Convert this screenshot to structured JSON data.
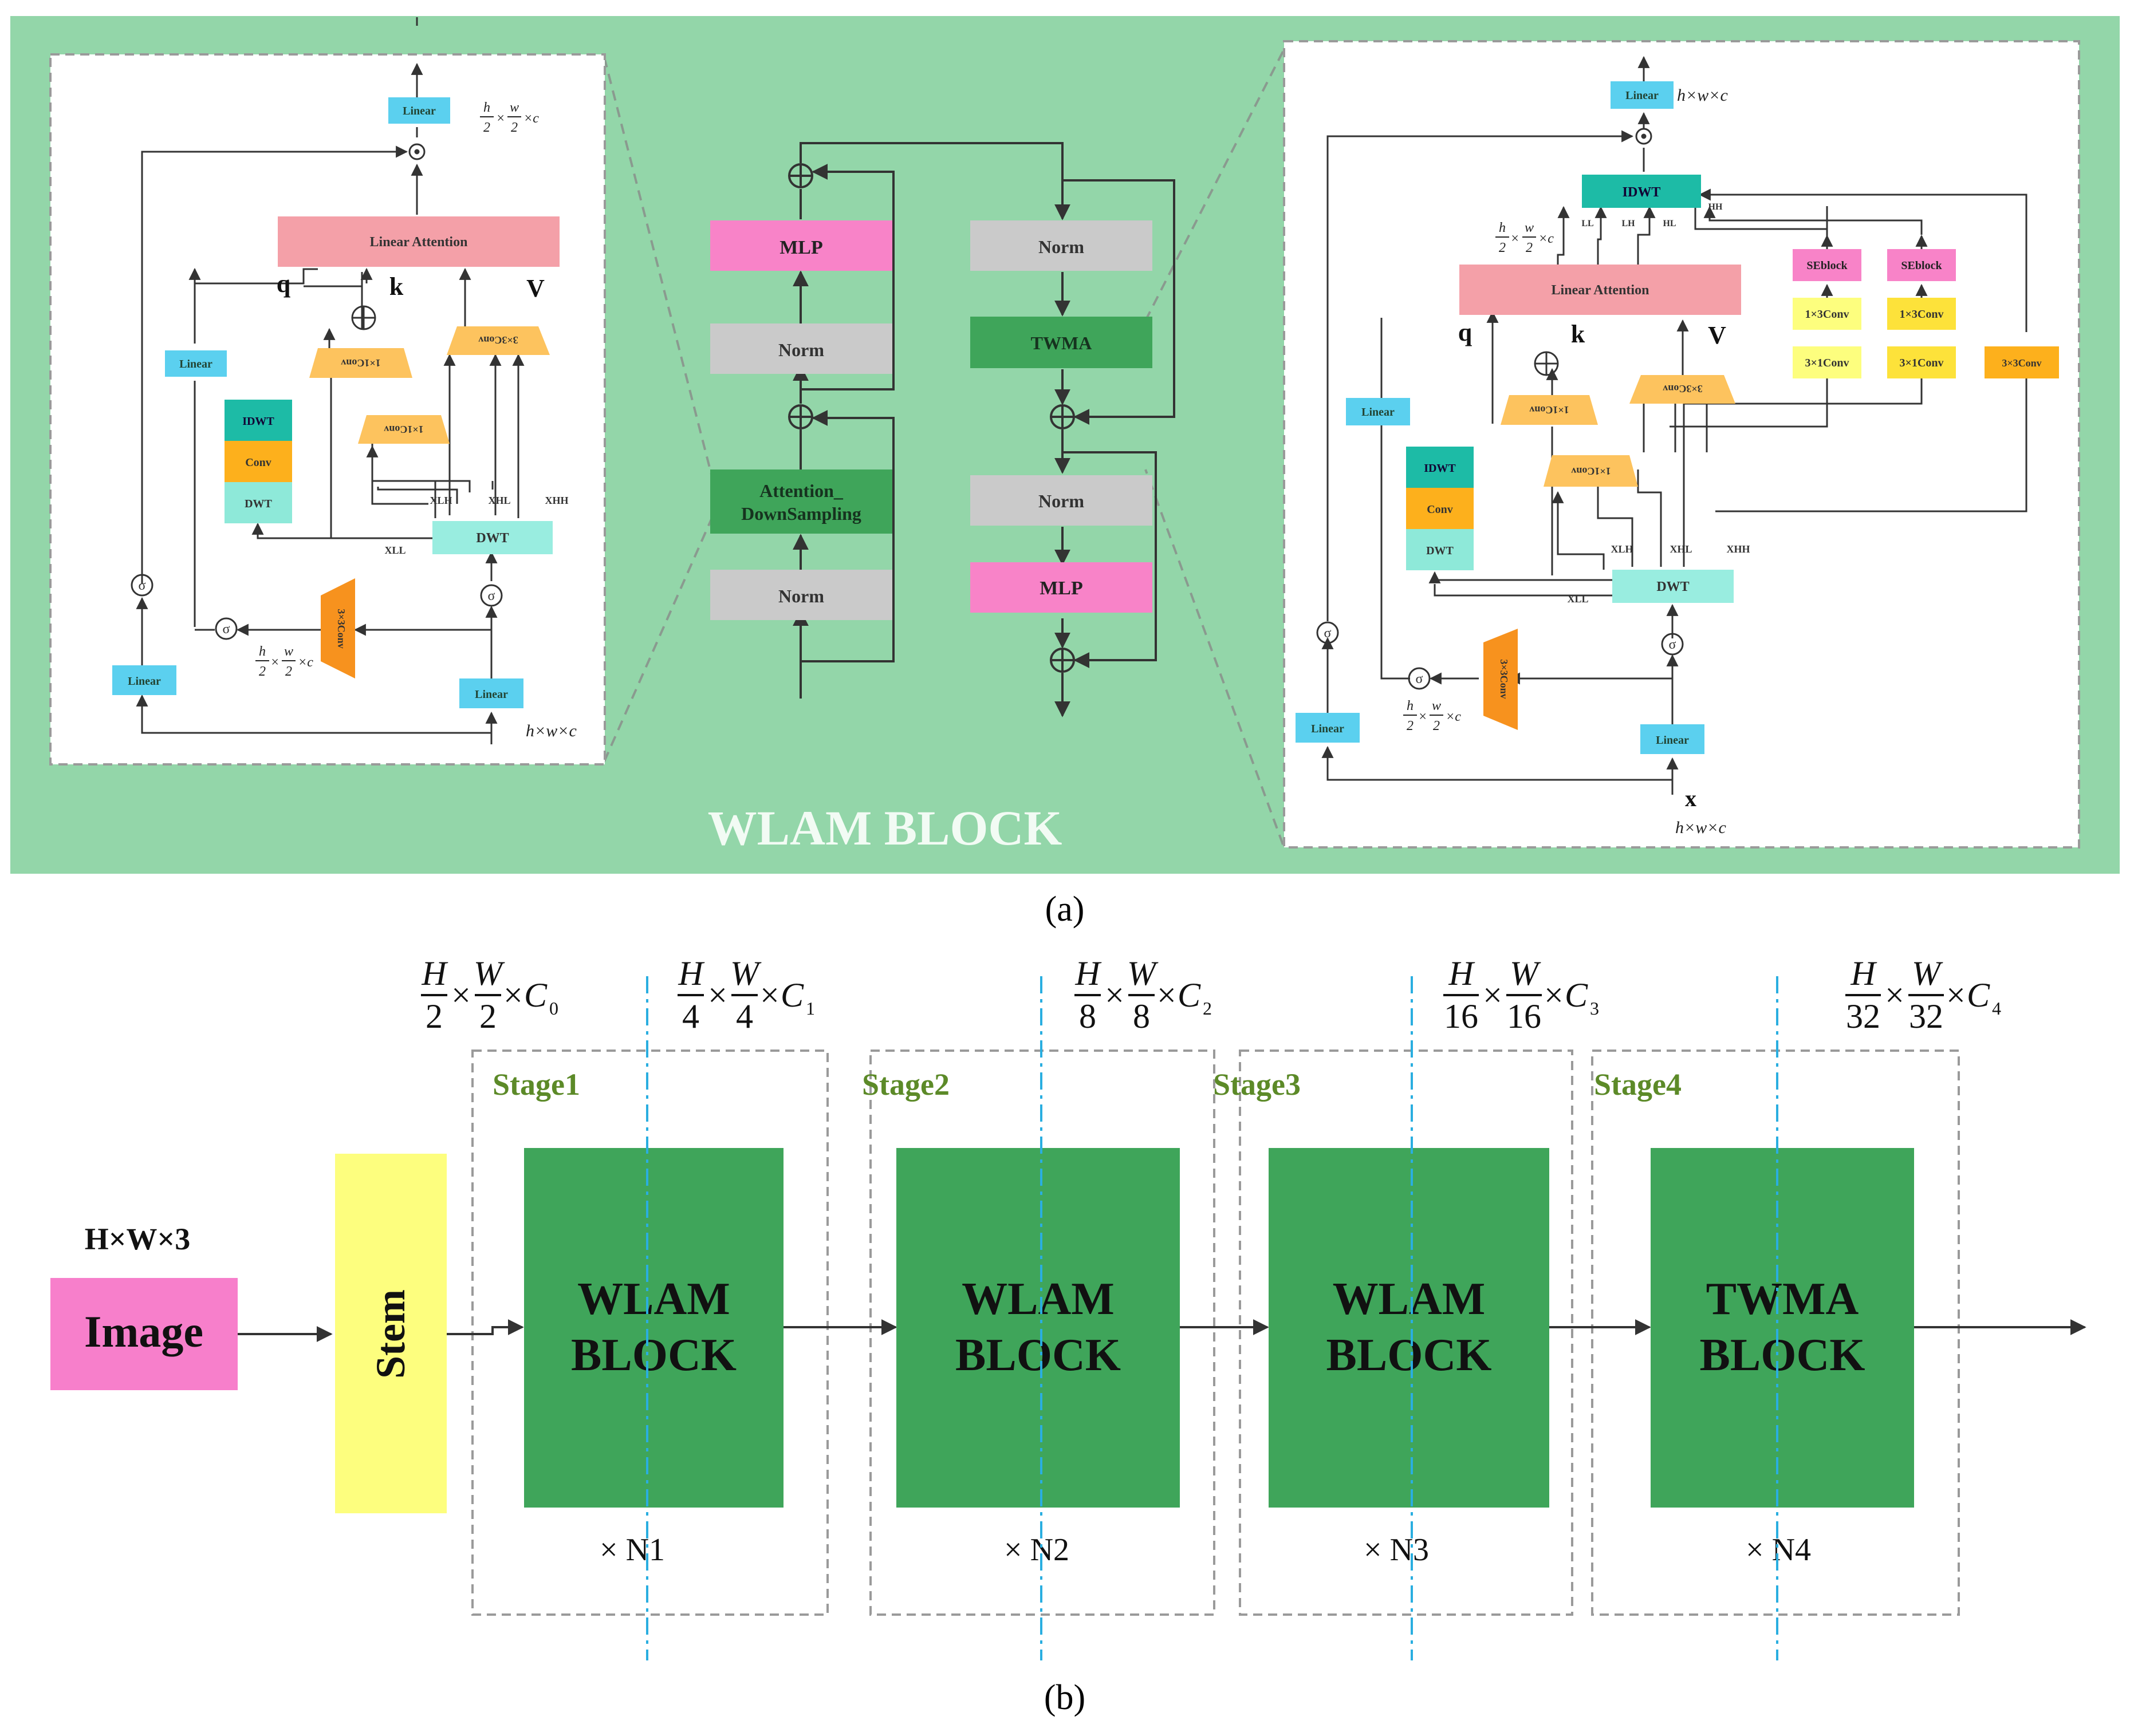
{
  "panel_a": {
    "caption": "(a)",
    "title": "WLAM BLOCK",
    "center": {
      "left": {
        "mlp": "MLP",
        "norm_top": "Norm",
        "attn_line1": "Attention_",
        "attn_line2": "DownSampling",
        "norm_bottom": "Norm"
      },
      "right": {
        "norm_top": "Norm",
        "twma": "TWMA",
        "norm_bottom": "Norm",
        "mlp": "MLP"
      }
    },
    "left_detail": {
      "linear_top": "Linear",
      "dims_top": {
        "num1": "h",
        "den1": "2",
        "num2": "w",
        "den2": "2",
        "tail": "×c"
      },
      "linear_attention": "Linear Attention",
      "q": "q",
      "k": "k",
      "v": "V",
      "linear_q": "Linear",
      "idwt": "IDWT",
      "conv": "Conv",
      "dwt_small": "DWT",
      "conv_k_outer": "1×1Conv",
      "conv_k_inner": "1×1Conv",
      "conv_v": "3×3Conv",
      "xlh": "XLH",
      "xhl": "XHL",
      "xhh": "XHH",
      "xll": "XLL",
      "dwt": "DWT",
      "sigma": "σ",
      "conv_big": "3×3Conv",
      "dims_mid": {
        "num1": "h",
        "den1": "2",
        "num2": "w",
        "den2": "2",
        "tail": "×c"
      },
      "linear_left": "Linear",
      "linear_right": "Linear",
      "dims_bottom": "h×w×c"
    },
    "right_detail": {
      "linear_top": "Linear",
      "dims_top": "h×w×c",
      "idwt_top": "IDWT",
      "ll": "LL",
      "lh": "LH",
      "hl": "HL",
      "hh": "HH",
      "dims_mid": {
        "num1": "h",
        "den1": "2",
        "num2": "w",
        "den2": "2",
        "tail": "×c"
      },
      "linear_attention": "Linear Attention",
      "seblock1": "SEblock",
      "seblock2": "SEblock",
      "conv13_1": "1×3Conv",
      "conv13_2": "1×3Conv",
      "conv31_1": "3×1Conv",
      "conv31_2": "3×1Conv",
      "conv33": "3×3Conv",
      "q": "q",
      "k": "k",
      "v": "V",
      "linear_q": "Linear",
      "idwt": "IDWT",
      "conv": "Conv",
      "dwt_small": "DWT",
      "conv_k_outer": "1×1Conv",
      "conv_k_inner": "1×1Conv",
      "conv_v": "3×3Conv",
      "xlh": "XLH",
      "xhl": "XHL",
      "xhh": "XHH",
      "xll": "XLL",
      "dwt": "DWT",
      "sigma": "σ",
      "conv_big": "3×3Conv",
      "dims_low": {
        "num1": "h",
        "den1": "2",
        "num2": "w",
        "den2": "2",
        "tail": "×c"
      },
      "linear_left": "Linear",
      "linear_right": "Linear",
      "x": "x",
      "dims_bottom": "h×w×c"
    },
    "colors": {
      "panel_bg": "#93d6a9",
      "linear": "#5bd0ef",
      "linear_attention": "#f4a0a8",
      "conv_trap": "#fdc35e",
      "idwt": "#1dbba6",
      "conv": "#fdb01c",
      "dwt": "#8ee9d9",
      "dwt_main": "#99ede0",
      "orange": "#f7921e",
      "mlp": "#f883c8",
      "norm": "#cacaca",
      "green_block": "#3fa55a",
      "seblock": "#f883c8",
      "conv13": "#fdfe7e",
      "conv33": "#fdb01c"
    }
  },
  "panel_b": {
    "caption": "(b)",
    "input_dims": "H×W×3",
    "image_label": "Image",
    "stem_label": "Stem",
    "dims": [
      {
        "num1": "H",
        "den1": "2",
        "num2": "W",
        "den2": "2",
        "c": "C",
        "sub": "0"
      },
      {
        "num1": "H",
        "den1": "4",
        "num2": "W",
        "den2": "4",
        "c": "C",
        "sub": "1"
      },
      {
        "num1": "H",
        "den1": "8",
        "num2": "W",
        "den2": "8",
        "c": "C",
        "sub": "2"
      },
      {
        "num1": "H",
        "den1": "16",
        "num2": "W",
        "den2": "16",
        "c": "C",
        "sub": "3"
      },
      {
        "num1": "H",
        "den1": "32",
        "num2": "W",
        "den2": "32",
        "c": "C",
        "sub": "4"
      }
    ],
    "stages": [
      {
        "name": "Stage1",
        "block_line1": "WLAM",
        "block_line2": "BLOCK",
        "repeat": "× N1"
      },
      {
        "name": "Stage2",
        "block_line1": "WLAM",
        "block_line2": "BLOCK",
        "repeat": "× N2"
      },
      {
        "name": "Stage3",
        "block_line1": "WLAM",
        "block_line2": "BLOCK",
        "repeat": "× N3"
      },
      {
        "name": "Stage4",
        "block_line1": "TWMA",
        "block_line2": "BLOCK",
        "repeat": "× N4"
      }
    ],
    "colors": {
      "image": "#f77fcb",
      "stem": "#fdfe7e",
      "block": "#3fa55a",
      "stage_label": "#5c8a28",
      "divider": "#2aaee0"
    }
  }
}
